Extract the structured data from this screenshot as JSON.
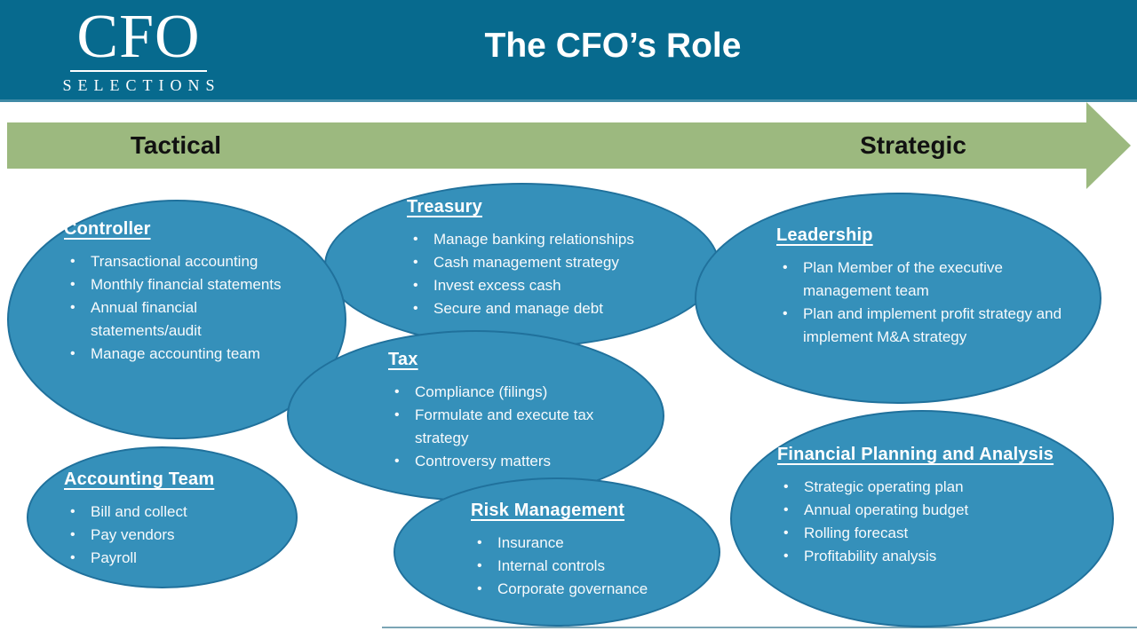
{
  "slide": {
    "logo_line1": "CFO",
    "logo_line2": "SELECTIONS",
    "title": "The CFO’s Role"
  },
  "axis": {
    "left_label": "Tactical",
    "right_label": "Strategic"
  },
  "bubbles": [
    {
      "title": "Controller",
      "items": [
        "Transactional accounting",
        "Monthly financial statements",
        "Annual financial statements/audit",
        "Manage accounting team"
      ]
    },
    {
      "title": "Treasury",
      "items": [
        "Manage banking relationships",
        "Cash management strategy",
        "Invest excess cash",
        "Secure and manage debt"
      ]
    },
    {
      "title": "Leadership",
      "items": [
        "Plan Member of the executive management team",
        "Plan and implement profit strategy and implement M&A strategy"
      ]
    },
    {
      "title": "Tax",
      "items": [
        "Compliance (filings)",
        "Formulate and execute tax strategy",
        "Controversy matters"
      ]
    },
    {
      "title": "Accounting Team",
      "items": [
        "Bill and collect",
        "Pay vendors",
        "Payroll"
      ]
    },
    {
      "title": "Risk Management",
      "items": [
        "Insurance",
        "Internal controls",
        "Corporate governance"
      ]
    },
    {
      "title": "Financial Planning and Analysis",
      "items": [
        "Strategic operating plan",
        "Annual operating budget",
        "Rolling forecast",
        "Profitability analysis"
      ]
    }
  ],
  "colors": {
    "header_teal": "#076a8e",
    "header_edge": "#3f8aa6",
    "arrow_green": "#9cb97f",
    "bubble_fill": "#3590ba",
    "bubble_border": "#20719c",
    "bottom_rule": "#7ba5b5"
  }
}
